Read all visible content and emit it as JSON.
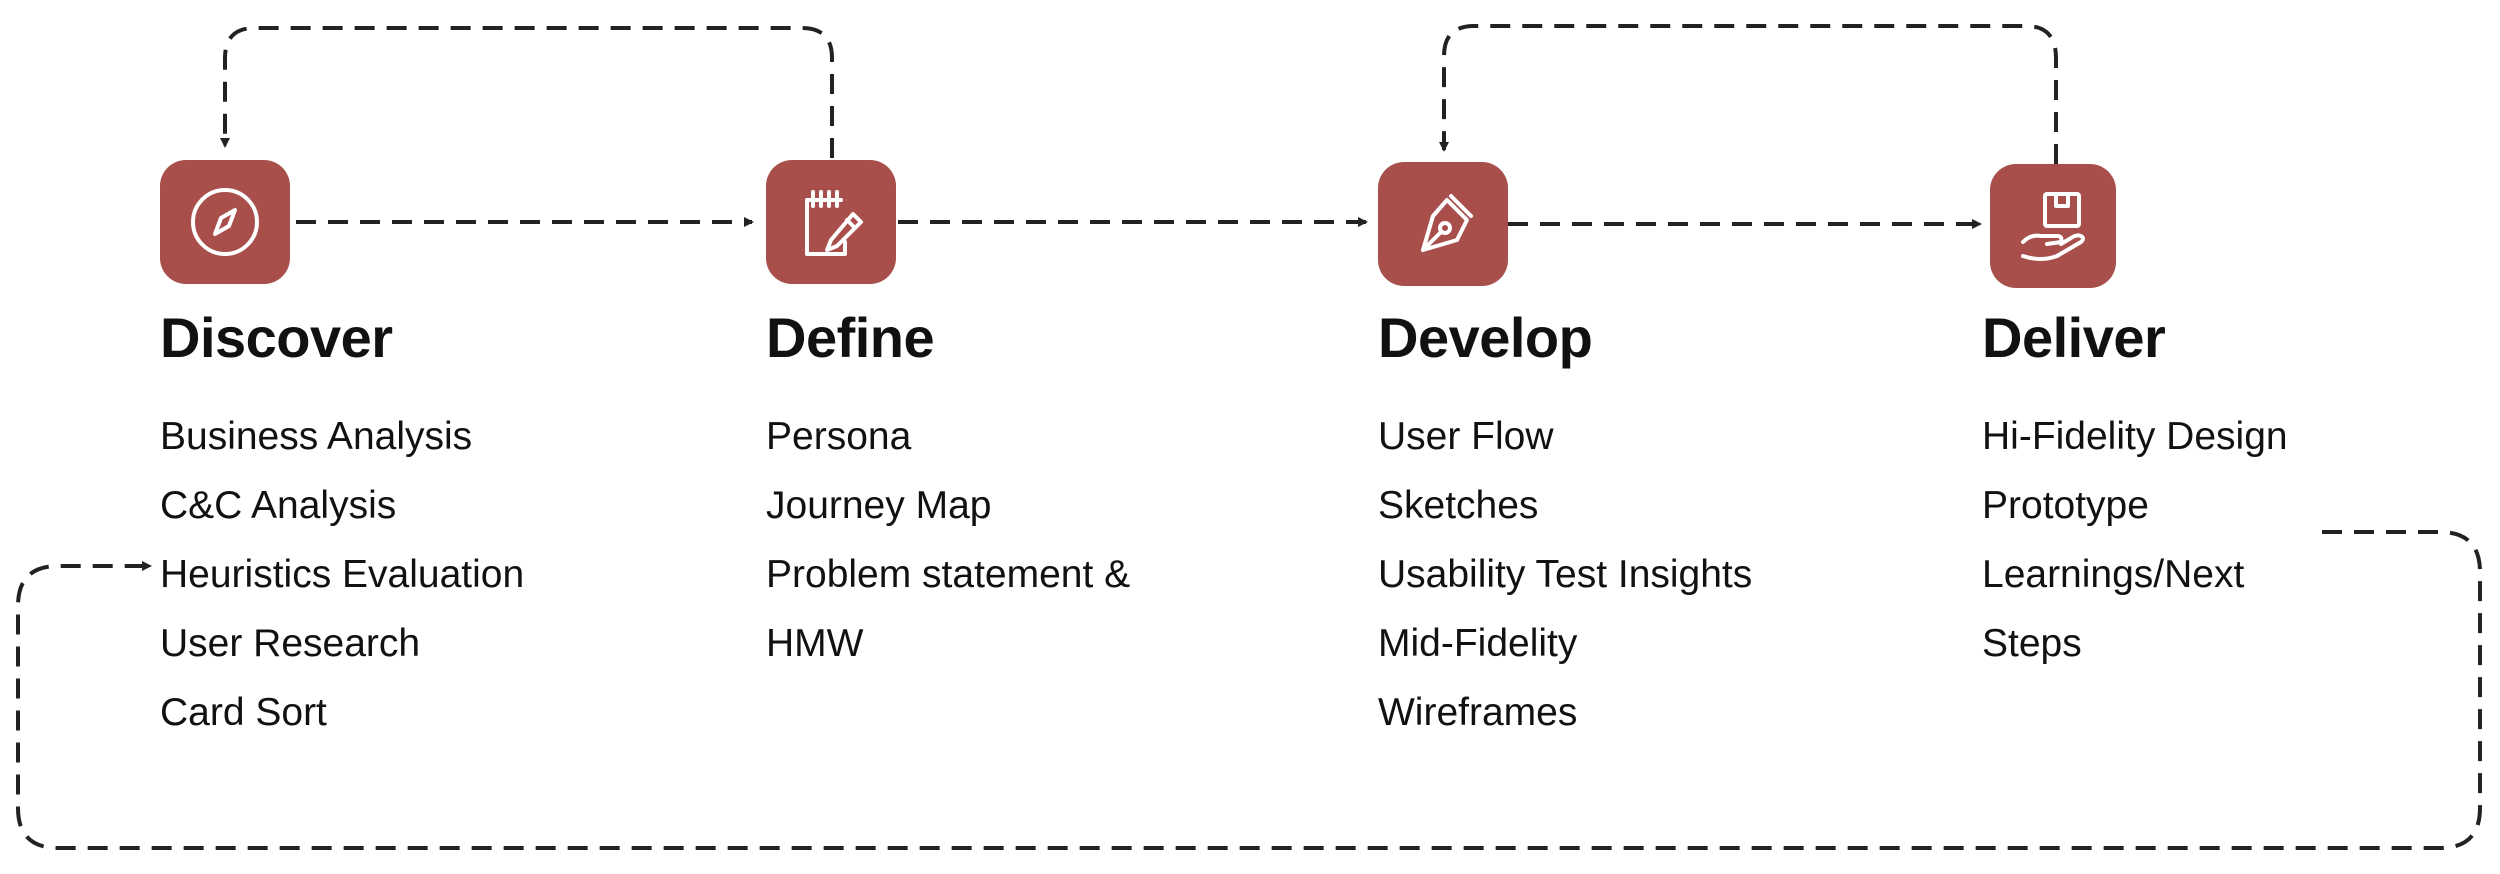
{
  "colors": {
    "icon_bg": "#A84F4B",
    "icon_fg": "#ffffff",
    "connector": "#222222"
  },
  "stages": [
    {
      "title": "Discover",
      "icon": "compass-icon",
      "items": [
        "Business Analysis",
        "C&C Analysis",
        "Heuristics Evaluation",
        "User Research",
        "Card Sort"
      ]
    },
    {
      "title": "Define",
      "icon": "notepad-pencil-icon",
      "items": [
        "Persona",
        "Journey Map",
        "Problem statement &",
        "HMW"
      ]
    },
    {
      "title": "Develop",
      "icon": "pen-nib-icon",
      "items": [
        "User Flow",
        "Sketches",
        "Usability Test Insights",
        "Mid-Fidelity",
        "Wireframes"
      ]
    },
    {
      "title": "Deliver",
      "icon": "hand-box-icon",
      "items": [
        "Hi-Fidelity Design",
        "Prototype",
        "Learnings/Next",
        "Steps"
      ]
    }
  ]
}
